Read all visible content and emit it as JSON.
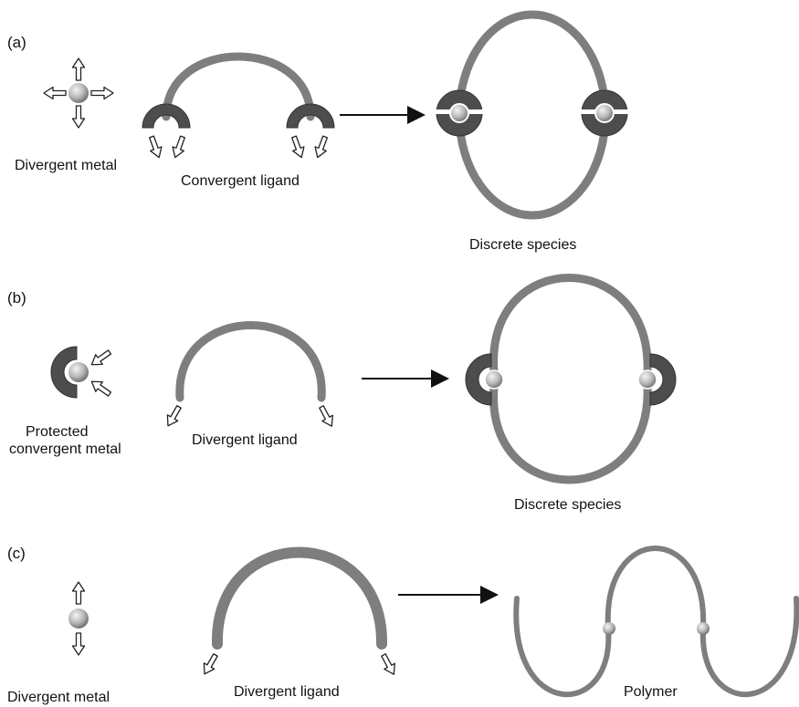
{
  "panels": [
    {
      "id": "a",
      "label": "(a)"
    },
    {
      "id": "b",
      "label": "(b)"
    },
    {
      "id": "c",
      "label": "(c)"
    }
  ],
  "labels": {
    "a_metal": "Divergent metal",
    "a_ligand": "Convergent ligand",
    "a_product": "Discrete species",
    "b_metal_line1": "Protected",
    "b_metal_line2": "convergent metal",
    "b_ligand": "Divergent ligand",
    "b_product": "Discrete species",
    "c_metal": "Divergent metal",
    "c_ligand": "Divergent ligand",
    "c_product": "Polymer"
  },
  "colors": {
    "ligand": "#7e7e7e",
    "cap": "#4d4d4d",
    "metal": "#b8b8b8",
    "arrow": "#111111"
  }
}
